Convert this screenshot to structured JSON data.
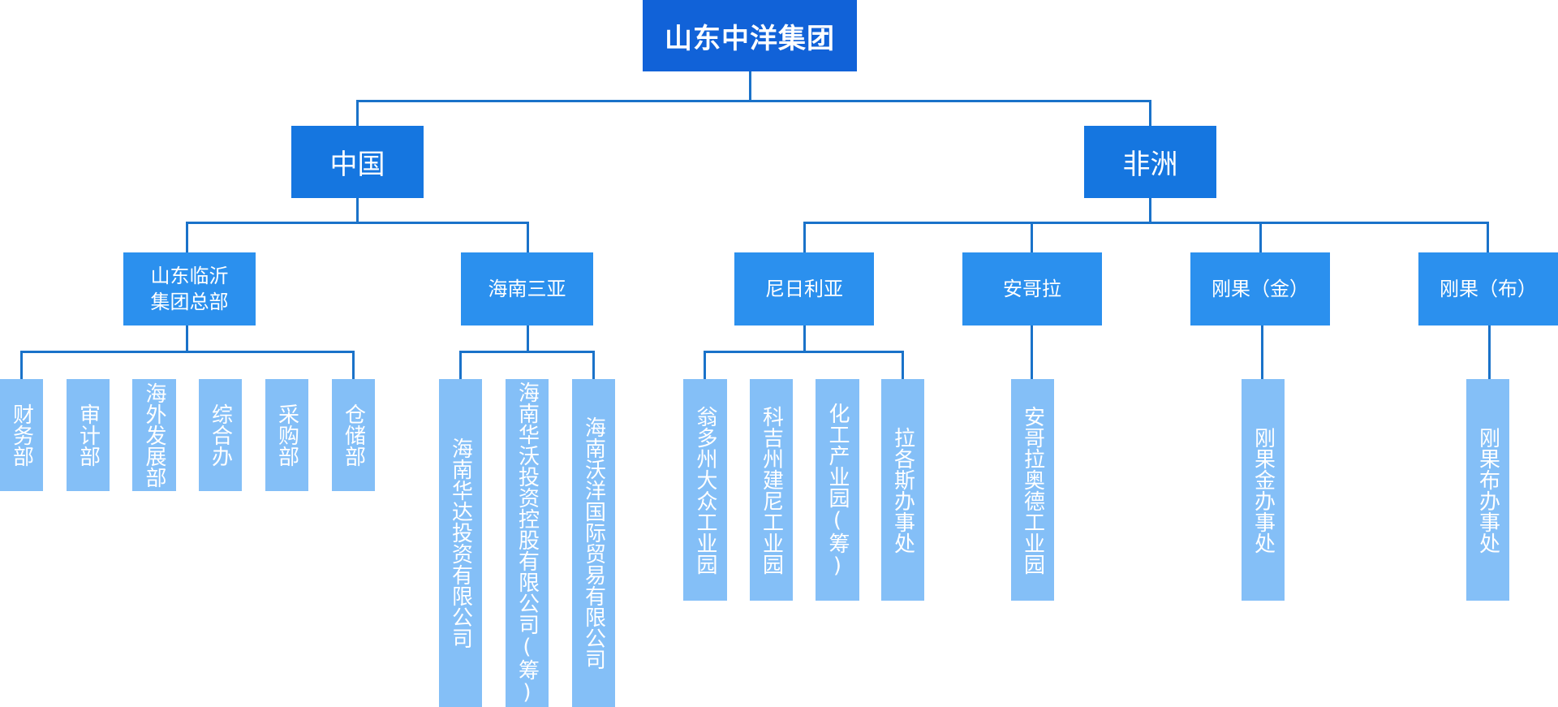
{
  "root": {
    "label": "山东中洋集团"
  },
  "regions": [
    {
      "label": "中国",
      "units": [
        {
          "label": "山东临沂\n集团总部",
          "departments": [
            "财务部",
            "审计部",
            "海外发展部",
            "综合办",
            "采购部",
            "仓储部"
          ]
        },
        {
          "label": "海南三亚",
          "departments": [
            "海南华达投资有限公司",
            "海南华沃投资控股有限公司(筹)",
            "海南沃洋国际贸易有限公司"
          ]
        }
      ]
    },
    {
      "label": "非洲",
      "units": [
        {
          "label": "尼日利亚",
          "departments": [
            "翁多州大众工业园",
            "科吉州建尼工业园",
            "化工产业园(筹)",
            "拉各斯办事处"
          ]
        },
        {
          "label": "安哥拉",
          "departments": [
            "安哥拉奥德工业园"
          ]
        },
        {
          "label": "刚果（金）",
          "departments": [
            "刚果金办事处"
          ]
        },
        {
          "label": "刚果（布）",
          "departments": [
            "刚果布办事处"
          ]
        }
      ]
    }
  ],
  "colors": {
    "root": "#1162d8",
    "region": "#1576e0",
    "unit": "#2b90ee",
    "department": "#84bff7",
    "connector": "#1a72c9"
  }
}
